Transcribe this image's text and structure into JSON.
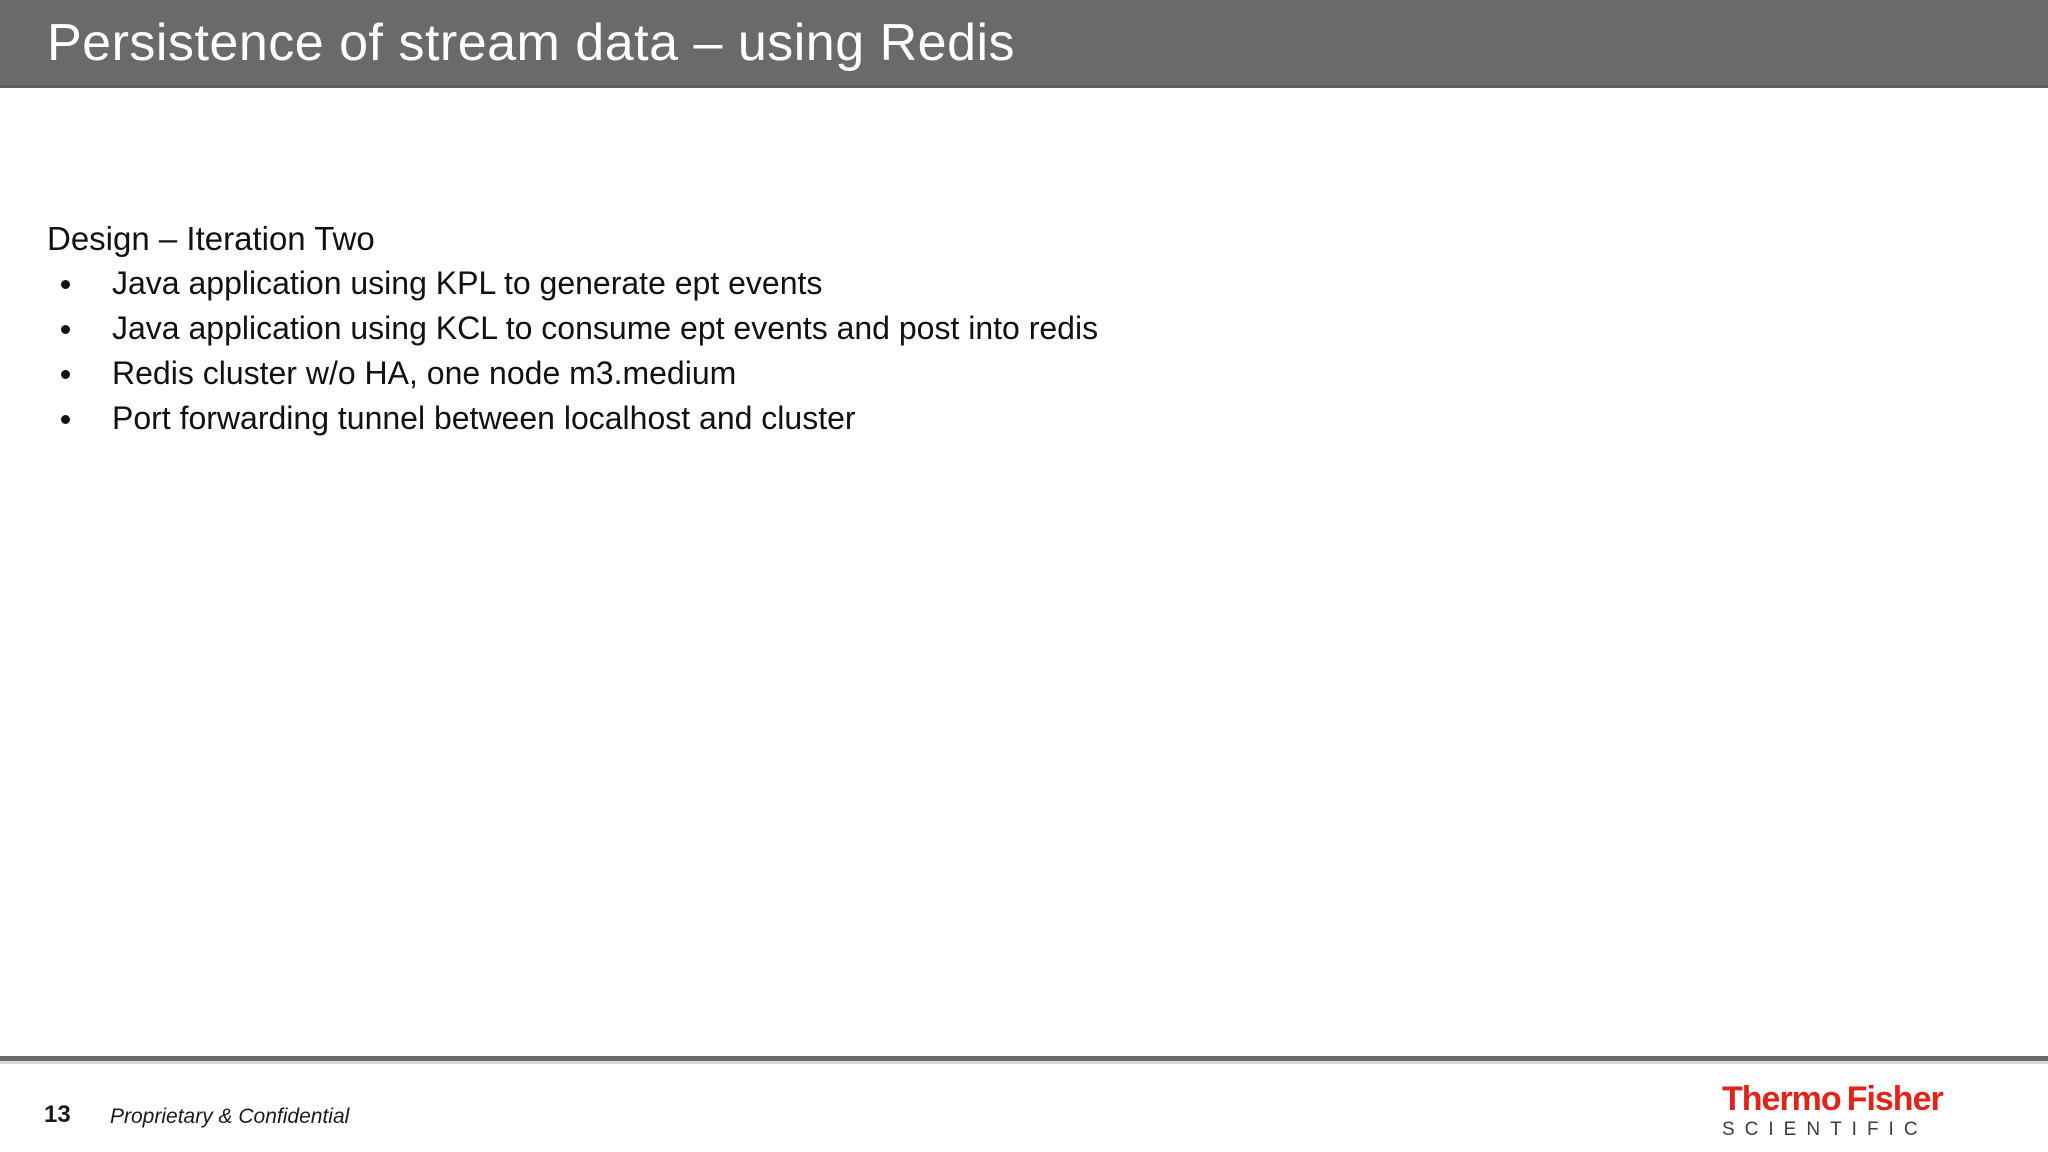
{
  "header": {
    "title": "Persistence of stream data – using Redis",
    "bg_color": "#6a6a6a",
    "text_color": "#ffffff"
  },
  "body": {
    "heading": "Design – Iteration Two",
    "bullets": [
      "Java application using KPL to generate ept events",
      "Java application using KCL to consume ept events and post into redis",
      "Redis cluster w/o HA, one node m3.medium",
      "Port forwarding tunnel between localhost and cluster"
    ],
    "text_color": "#111111"
  },
  "footer": {
    "page_number": "13",
    "confidential": "Proprietary & Confidential",
    "divider_color": "#6a6a6a",
    "logo": {
      "thermo": "Thermo",
      "fisher": "Fisher",
      "scientific": "SCIENTIFIC",
      "red": "#e2231a",
      "gray": "#3d3d3d"
    }
  }
}
